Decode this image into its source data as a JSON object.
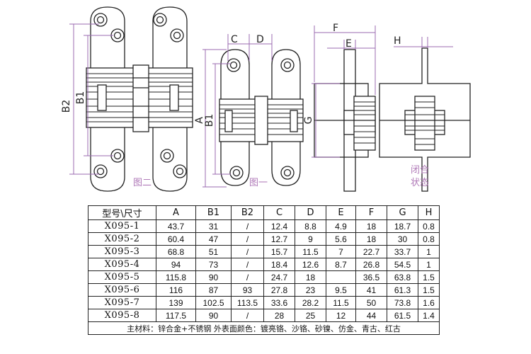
{
  "drawing": {
    "dim_labels": {
      "B2": "B2",
      "B1": "B1",
      "A": "A",
      "B1b": "B1",
      "C": "C",
      "D": "D",
      "F": "F",
      "E": "E",
      "G": "G",
      "H": "H"
    },
    "captions": {
      "fig_left": "图二",
      "fig_right": "图一",
      "closed_state_1": "闭合",
      "closed_state_2": "状态"
    },
    "line_color": "#9b6bb0"
  },
  "table": {
    "headers": [
      "型号\\尺寸",
      "A",
      "B1",
      "B2",
      "C",
      "D",
      "E",
      "F",
      "G",
      "H"
    ],
    "rows": [
      [
        "X095-1",
        "43.7",
        "31",
        "/",
        "12.4",
        "8.8",
        "4.9",
        "18",
        "18.7",
        "0.8"
      ],
      [
        "X095-2",
        "60.4",
        "47",
        "/",
        "12.7",
        "9",
        "5.6",
        "18",
        "30",
        "0.8"
      ],
      [
        "X095-3",
        "68.8",
        "51",
        "/",
        "15.7",
        "11.5",
        "7",
        "22.7",
        "33.7",
        "1"
      ],
      [
        "X095-4",
        "94",
        "73",
        "/",
        "18.4",
        "12.6",
        "8.7",
        "26.8",
        "54.5",
        "1"
      ],
      [
        "X095-5",
        "115.8",
        "90",
        "/",
        "24.7",
        "18",
        "",
        "36.5",
        "63.8",
        "1.5"
      ],
      [
        "X095-6",
        "116",
        "87",
        "93",
        "27.8",
        "23",
        "9.5",
        "41",
        "61.3",
        "1.5"
      ],
      [
        "X095-7",
        "139",
        "102.5",
        "113.5",
        "33.6",
        "28.2",
        "11.5",
        "50",
        "73.8",
        "1.6"
      ],
      [
        "X095-8",
        "117.5",
        "90",
        "/",
        "28",
        "25",
        "12",
        "44",
        "61.5",
        "1.4"
      ]
    ],
    "footer": "主材料：锌合金+不锈钢    外表面颜色：镀亮铬、沙铬、砂镍、仿金、青古、红古"
  }
}
